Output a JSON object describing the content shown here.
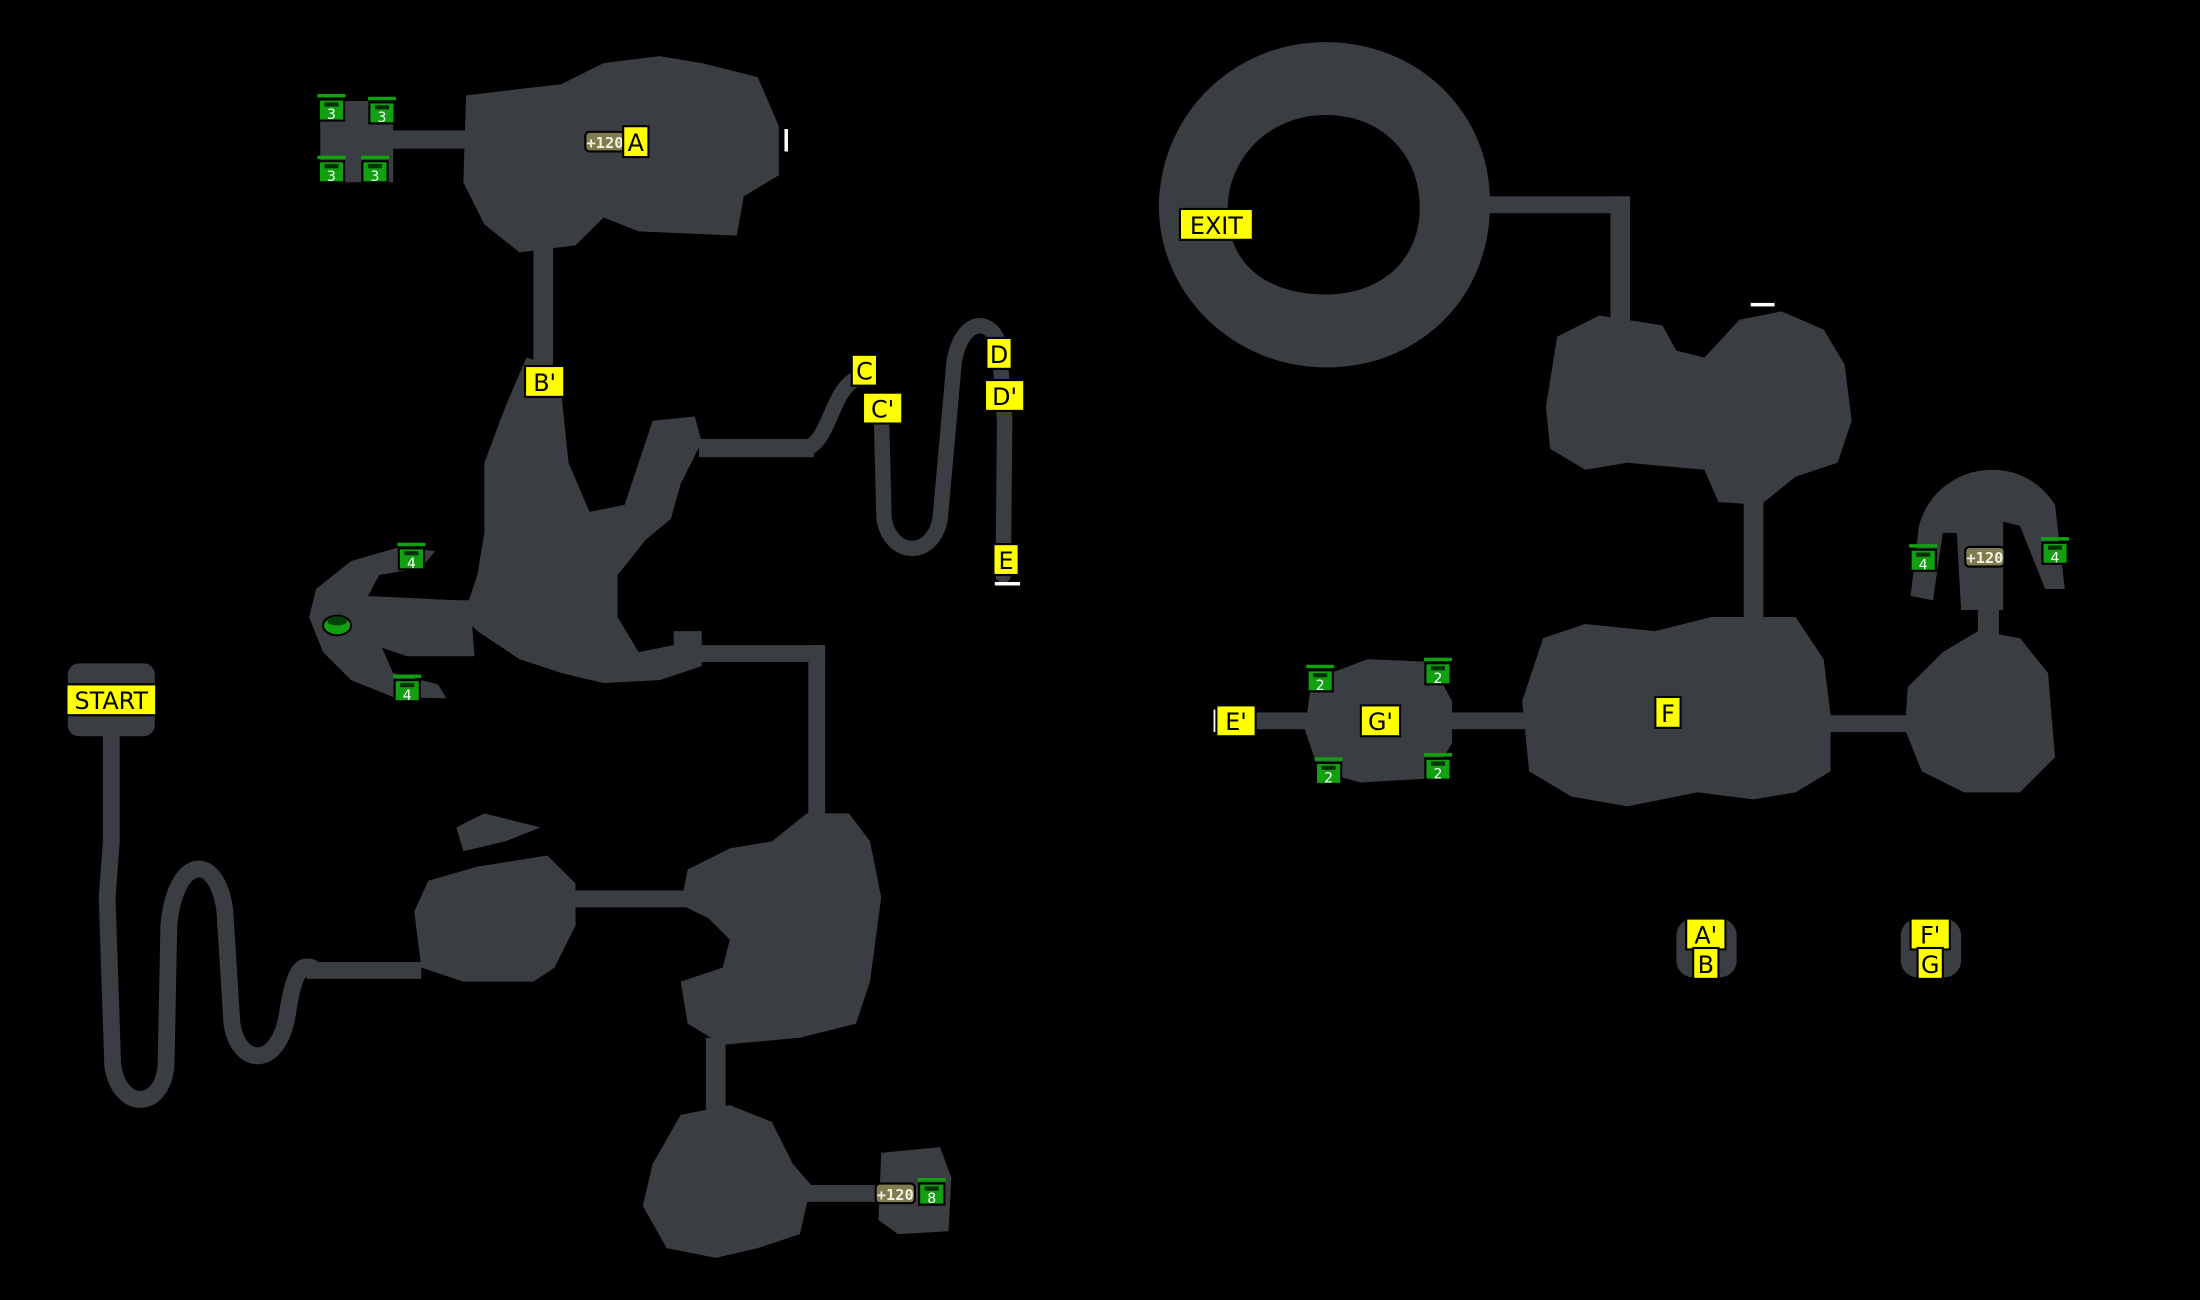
{
  "map": {
    "colors": {
      "floor": "#3a3d42",
      "background": "#000000",
      "label": "#ffff00",
      "chest": "#10a010",
      "timer": "#807c50"
    },
    "labels": [
      "A",
      "B'",
      "C",
      "C'",
      "D",
      "D'",
      "E",
      "START",
      "EXIT",
      "F",
      "G'",
      "E'",
      "A'",
      "B",
      "F'",
      "G"
    ],
    "chests": [
      "3",
      "3",
      "3",
      "3",
      "4",
      "4",
      "4",
      "4",
      "2",
      "2",
      "2",
      "2",
      "8"
    ],
    "timers": [
      "+120",
      "+120",
      "+120"
    ],
    "items": [
      "ring-icon"
    ]
  }
}
